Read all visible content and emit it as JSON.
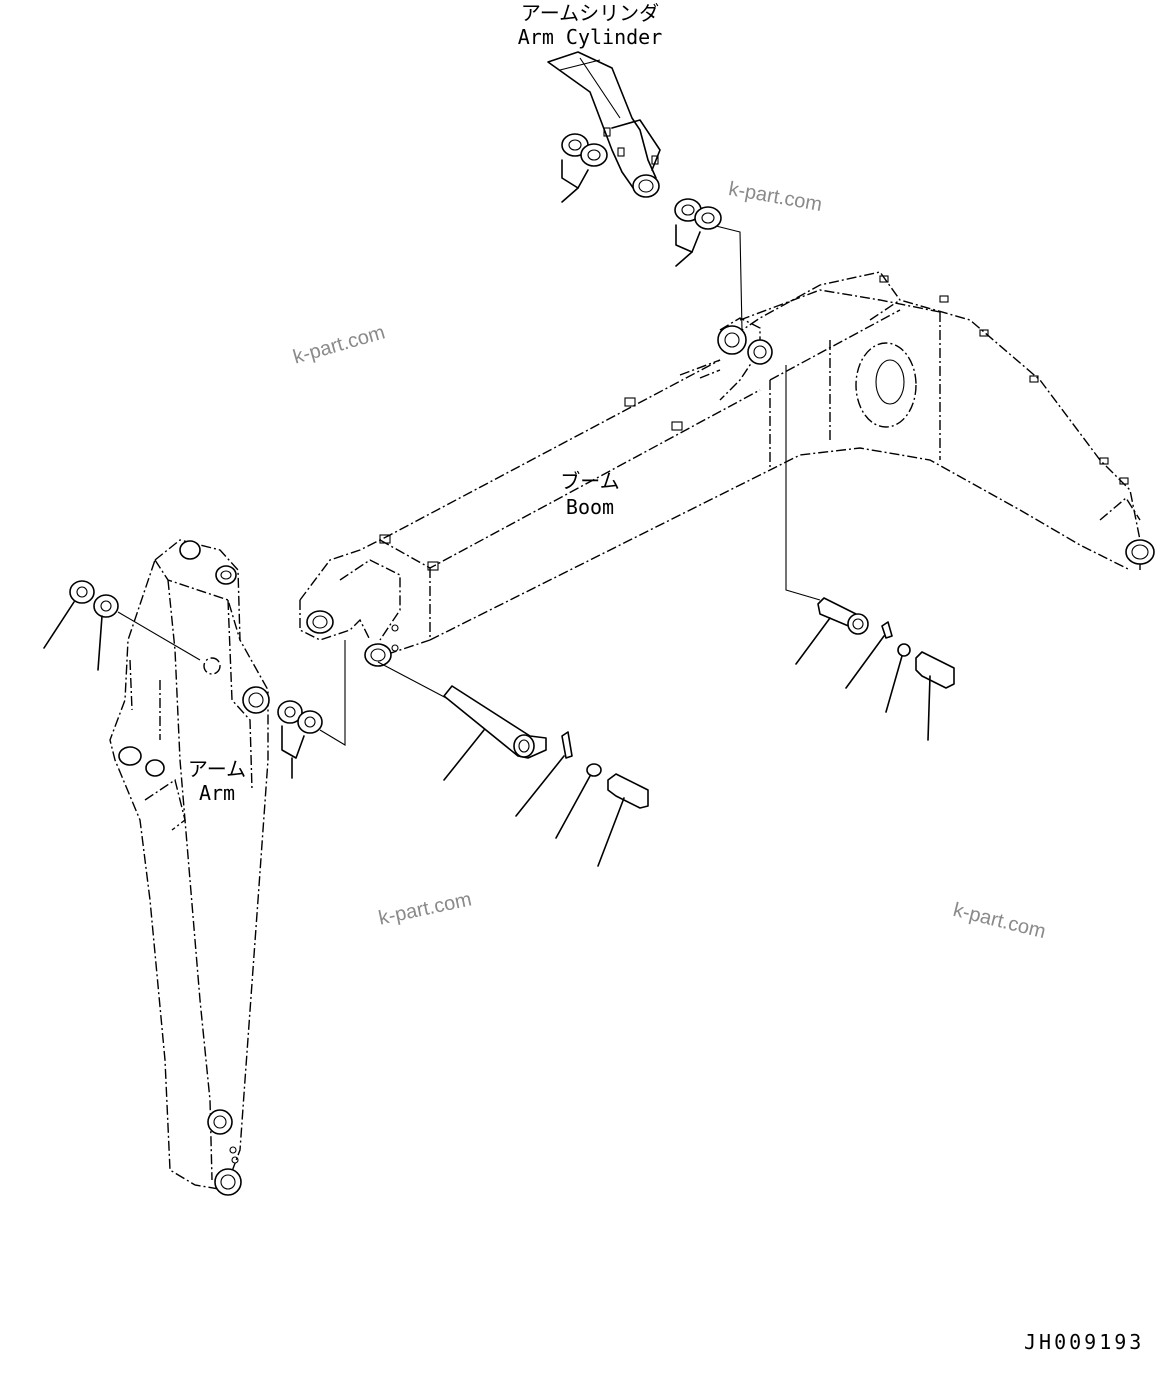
{
  "labels": {
    "arm_cylinder_jp": "アームシリンダ",
    "arm_cylinder_en": "Arm Cylinder",
    "boom_jp": "ブーム",
    "boom_en": "Boom",
    "arm_jp": "アーム",
    "arm_en": "Arm"
  },
  "watermarks": [
    "k-part.com",
    "k-part.com",
    "k-part.com",
    "k-part.com"
  ],
  "drawing_code": "JH009193"
}
